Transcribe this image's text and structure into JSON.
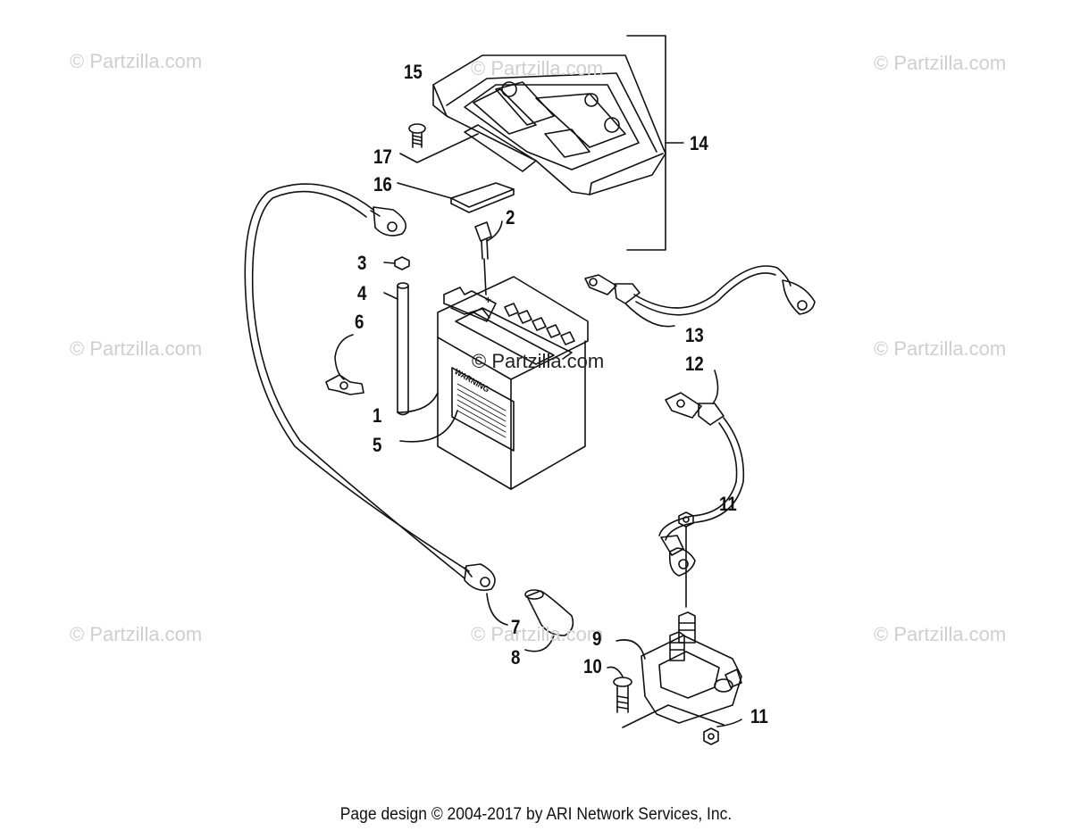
{
  "watermark": "© Partzilla.com",
  "center_watermark": "© Partzilla.com",
  "footer": "Page design © 2004-2017 by ARI Network Services, Inc.",
  "battery_label": "WARNING",
  "battery_terminal_mark": "+",
  "callouts": [
    "1",
    "2",
    "3",
    "4",
    "5",
    "6",
    "7",
    "8",
    "9",
    "10",
    "11",
    "11",
    "12",
    "13",
    "14",
    "15",
    "16",
    "17"
  ]
}
